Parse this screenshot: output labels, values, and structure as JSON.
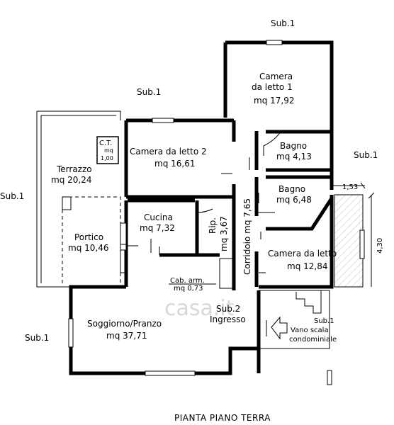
{
  "title": "PIANTA PIANO TERRA",
  "watermark": "casa.it",
  "sub_labels": {
    "top_right": "Sub.1",
    "top_mid": "Sub.1",
    "left": "Sub.1",
    "right": "Sub.1",
    "bottom_left": "Sub.1"
  },
  "rooms": {
    "camera1": {
      "name": "Camera",
      "name2": "da letto 1",
      "area": "mq 17,92"
    },
    "camera2": {
      "name": "Camera da letto 2",
      "area": "mq 16,61"
    },
    "terrazzo": {
      "name": "Terrazzo",
      "area": "mq 20,24"
    },
    "ct": {
      "name": "C.T.",
      "unit": "mq",
      "area": "1,00"
    },
    "bagno1": {
      "name": "Bagno",
      "area": "mq 4,13"
    },
    "bagno2": {
      "name": "Bagno",
      "area": "mq 6,48"
    },
    "portico": {
      "name": "Portico",
      "area": "mq 10,46"
    },
    "cucina": {
      "name": "Cucina",
      "area": "mq 7,32"
    },
    "rip": {
      "name": "Rip.",
      "area": "mq 3,67"
    },
    "corridoio": {
      "name": "Corridoio mq 7,65"
    },
    "camera3": {
      "name": "Camera da letto",
      "area": "mq 12,84"
    },
    "cab": {
      "name": "Cab. arm.",
      "area": "mq 0,73"
    },
    "soggiorno": {
      "name": "Soggiorno/Pranzo",
      "area": "mq 37,71"
    },
    "ingresso": {
      "name": "Sub.2",
      "name2": "Ingresso"
    },
    "vano": {
      "name": "Sub.1",
      "name2": "Vano scala",
      "name3": "condominiale"
    }
  },
  "dimensions": {
    "width": "1,53",
    "height": "4,30"
  }
}
